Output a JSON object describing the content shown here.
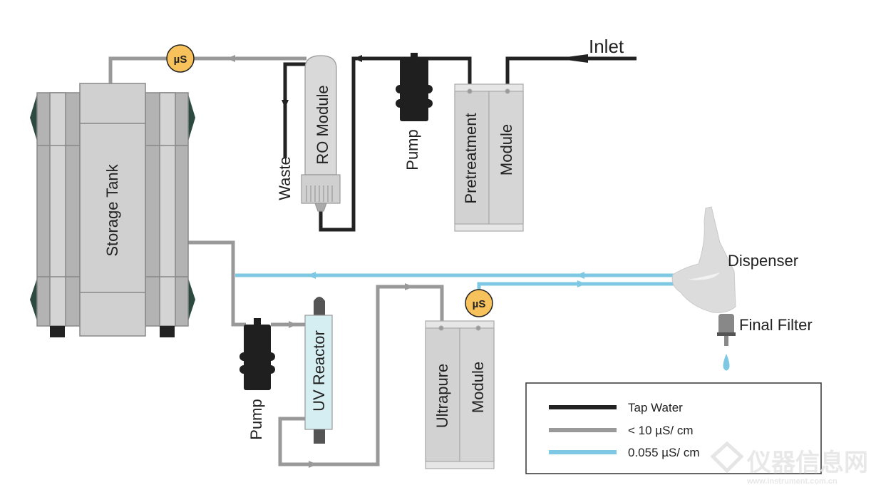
{
  "title": "Water purification system schematic",
  "components": {
    "storage_tank": "Storage Tank",
    "ro_module": "RO Module",
    "waste": "Waste",
    "pump_top": "Pump",
    "pretreatment_module": [
      "Pretreatment",
      "Module"
    ],
    "inlet": "Inlet",
    "pump_bottom": "Pump",
    "uv_reactor": "UV Reactor",
    "ultrapure_module": [
      "Ultrapure",
      "Module"
    ],
    "dispenser": "Dispenser",
    "final_filter": "Final Filter"
  },
  "meters": [
    {
      "label": "µS",
      "location": "after RO module"
    },
    {
      "label": "µS",
      "location": "after ultrapure module"
    }
  ],
  "colors": {
    "tap_water": "#222222",
    "ro_water": "#999999",
    "ultrapure_water": "#7ec8e3",
    "meter_fill": "#f7c25c",
    "tank_dark": "#2c4a40"
  },
  "legend": [
    {
      "label": "Tap Water",
      "color": "#222222"
    },
    {
      "label": "< 10 µS/ cm",
      "color": "#999999"
    },
    {
      "label": "0.055 µS/ cm",
      "color": "#7ec8e3"
    }
  ],
  "watermark": {
    "text": "仪器信息网",
    "url_text": "www.instrument.com.cn"
  }
}
